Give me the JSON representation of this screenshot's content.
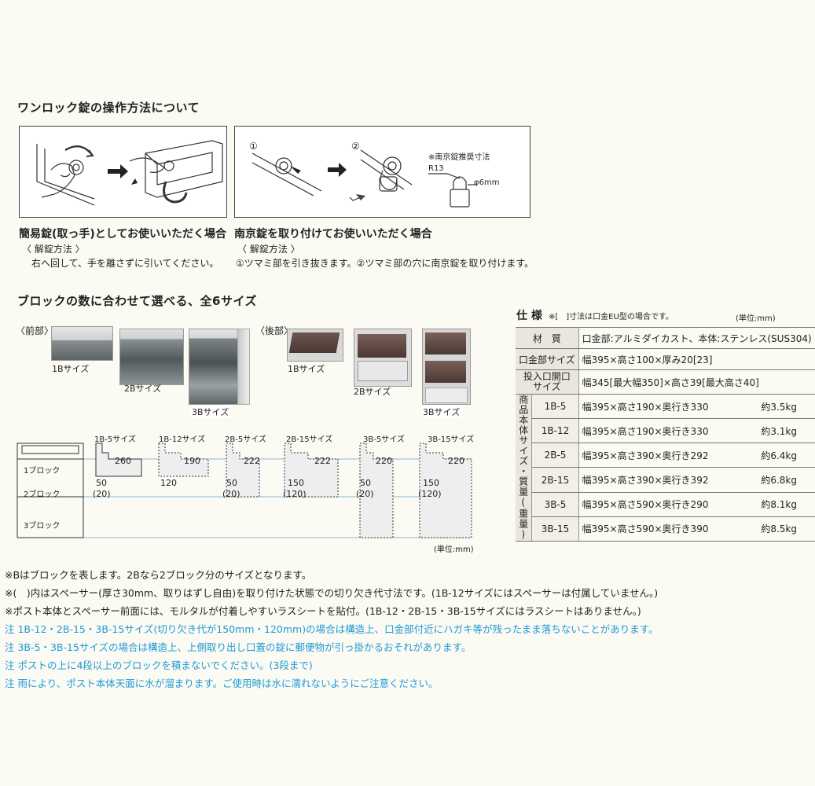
{
  "lock_section": {
    "title": "ワンロック錠の操作方法について",
    "left": {
      "heading": "簡易錠(取っ手)としてお使いいただく場合",
      "sub": "〈 解錠方法 〉",
      "desc": "右へ回して、手を離さずに引いてください。"
    },
    "right": {
      "step1": "①",
      "step2": "②",
      "note": "※南京錠推奨寸法",
      "r_label": "R13",
      "phi_label": "φ6mm",
      "heading": "南京錠を取り付けてお使いいただく場合",
      "sub": "〈 解錠方法 〉",
      "desc": "①ツマミ部を引き抜きます。②ツマミ部の穴に南京錠を取り付けます。"
    }
  },
  "sizes_section": {
    "title": "ブロックの数に合わせて選べる、全6サイズ",
    "front_label": "〈前部〉",
    "back_label": "〈後部〉",
    "front": [
      "1Bサイズ",
      "2Bサイズ",
      "3Bサイズ"
    ],
    "back": [
      "1Bサイズ",
      "2Bサイズ",
      "3Bサイズ"
    ]
  },
  "diagram": {
    "rows": [
      "1ブロック",
      "2ブロック",
      "3ブロック"
    ],
    "items": [
      {
        "name": "1B-5サイズ",
        "depth": "260",
        "cut": "50",
        "spacer": "(20)"
      },
      {
        "name": "1B-12サイズ",
        "depth": "190",
        "cut": "120",
        "spacer": ""
      },
      {
        "name": "2B-5サイズ",
        "depth": "222",
        "cut": "50",
        "spacer": "(20)"
      },
      {
        "name": "2B-15サイズ",
        "depth": "222",
        "cut": "150",
        "spacer": "(120)"
      },
      {
        "name": "3B-5サイズ",
        "depth": "220",
        "cut": "50",
        "spacer": "(20)"
      },
      {
        "name": "3B-15サイズ",
        "depth": "220",
        "cut": "150",
        "spacer": "(120)"
      }
    ],
    "unit": "(単位:mm)"
  },
  "spec": {
    "title": "仕 様",
    "note": "※[　]寸法は口金EU型の場合です。",
    "unit": "(単位:mm)",
    "rows": [
      {
        "label": "材　質",
        "value": "口金部:アルミダイカスト、本体:ステンレス(SUS304)"
      },
      {
        "label": "口金部サイズ",
        "value": "幅395×高さ100×厚み20[23]"
      },
      {
        "label": "投入口開口サイズ",
        "value": "幅345[最大幅350]×高さ39[最大高さ40]"
      }
    ],
    "group_label": "商品本体サイズ・質量(重量)",
    "models": [
      {
        "model": "1B-5",
        "size": "幅395×高さ190×奥行き330",
        "weight": "約3.5kg"
      },
      {
        "model": "1B-12",
        "size": "幅395×高さ190×奥行き330",
        "weight": "約3.1kg"
      },
      {
        "model": "2B-5",
        "size": "幅395×高さ390×奥行き292",
        "weight": "約6.4kg"
      },
      {
        "model": "2B-15",
        "size": "幅395×高さ390×奥行き392",
        "weight": "約6.8kg"
      },
      {
        "model": "3B-5",
        "size": "幅395×高さ590×奥行き290",
        "weight": "約8.1kg"
      },
      {
        "model": "3B-15",
        "size": "幅395×高さ590×奥行き390",
        "weight": "約8.5kg"
      }
    ]
  },
  "notes": [
    {
      "text": "※Bはブロックを表します。2Bなら2ブロック分のサイズとなります。",
      "color": "#222222"
    },
    {
      "text": "※(　)内はスペーサー(厚さ30mm、取りはずし自由)を取り付けた状態での切り欠き代寸法です。(1B-12サイズにはスペーサーは付属していません。)",
      "color": "#222222"
    },
    {
      "text": "※ポスト本体とスペーサー前面には、モルタルが付着しやすいラスシートを貼付。(1B-12・2B-15・3B-15サイズにはラスシートはありません。)",
      "color": "#222222"
    },
    {
      "text": "注 1B-12・2B-15・3B-15サイズ(切り欠き代が150mm・120mm)の場合は構造上、口金部付近にハガキ等が残ったまま落ちないことがあります。",
      "color": "#1f9ad6"
    },
    {
      "text": "注 3B-5・3B-15サイズの場合は構造上、上側取り出し口蓋の錠に郵便物が引っ掛かるおそれがあります。",
      "color": "#1f9ad6"
    },
    {
      "text": "注 ポストの上に4段以上のブロックを積まないでください。(3段まで)",
      "color": "#1f9ad6"
    },
    {
      "text": "注 雨により、ポスト本体天面に水が溜まります。ご使用時は水に濡れないようにご注意ください。",
      "color": "#1f9ad6"
    }
  ]
}
